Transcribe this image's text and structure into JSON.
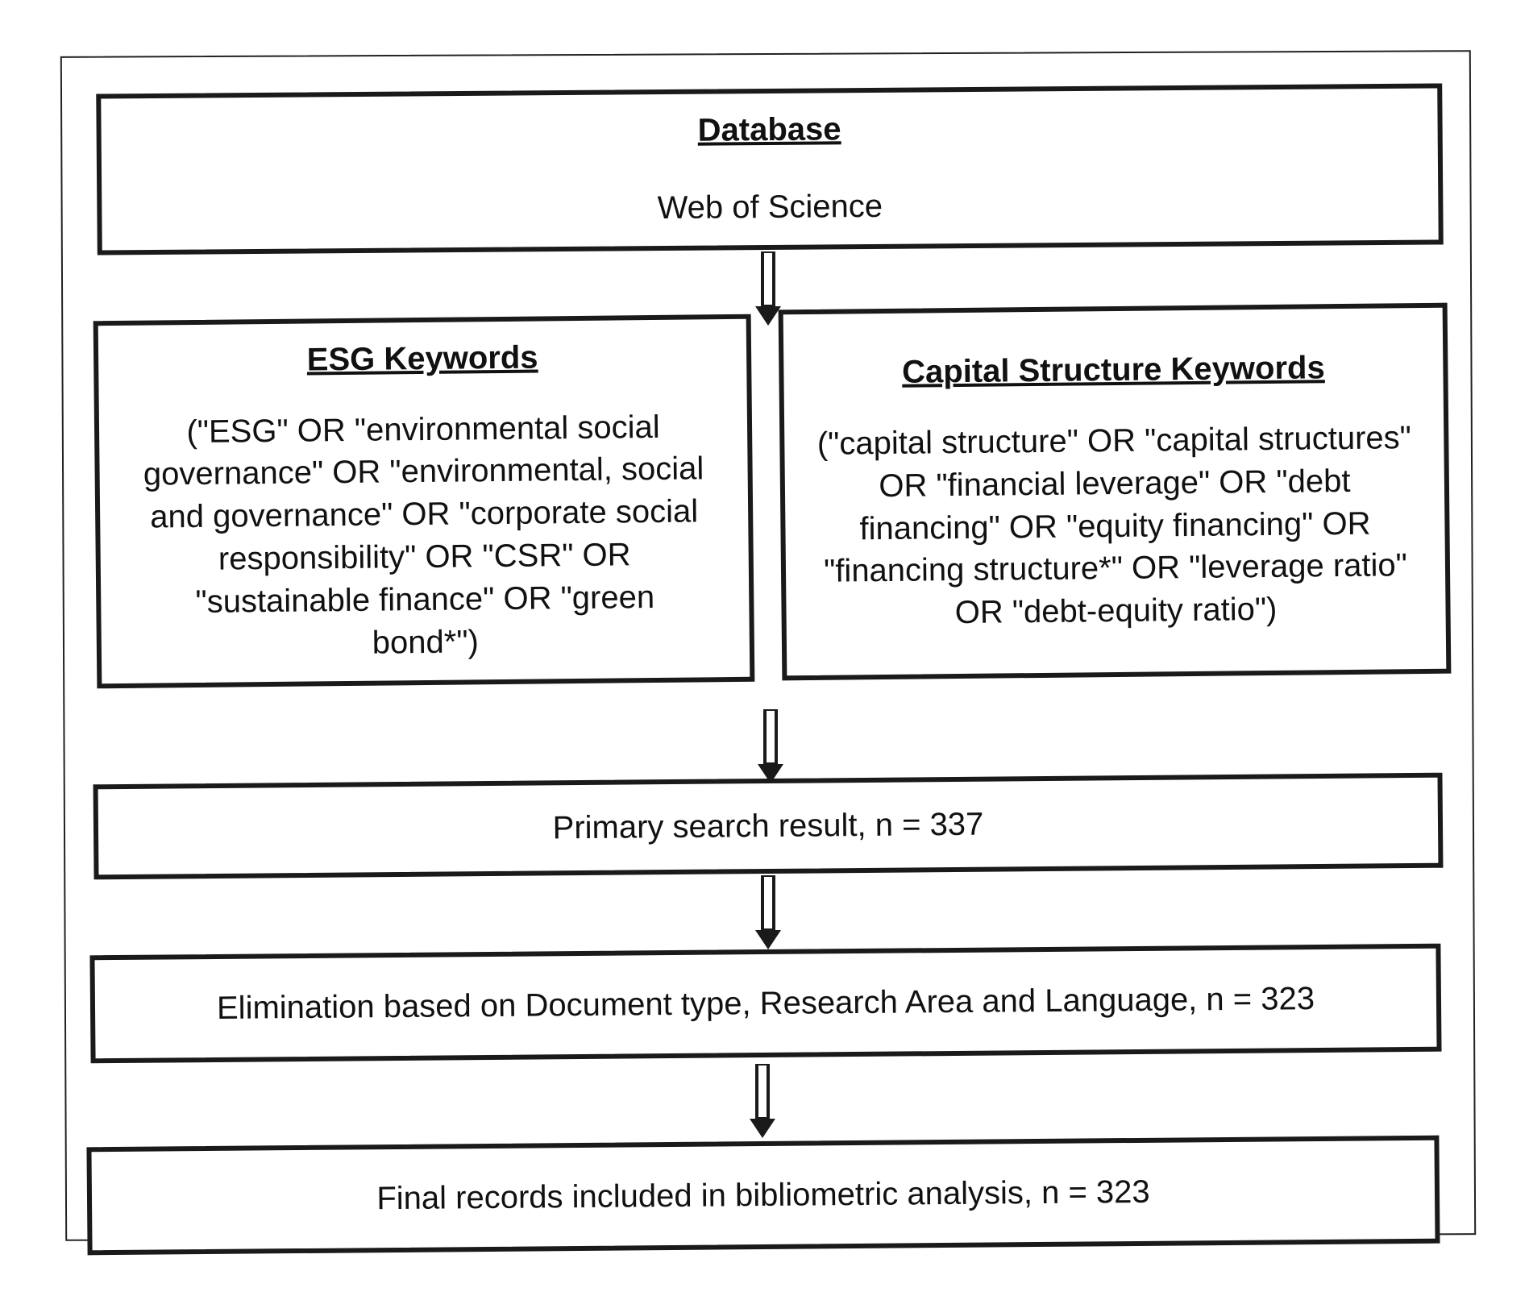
{
  "flowchart": {
    "database": {
      "title": "Database",
      "text": "Web of Science"
    },
    "esg_keywords": {
      "title": "ESG Keywords",
      "text": "(\"ESG\" OR \"environmental social governance\" OR \"environmental, social and governance\" OR \"corporate social responsibility\" OR \"CSR\" OR \"sustainable finance\" OR \"green bond*\")"
    },
    "capital_structure_keywords": {
      "title": "Capital Structure Keywords",
      "text": "(\"capital structure\" OR \"capital structures\" OR \"financial leverage\" OR \"debt financing\" OR \"equity financing\" OR \"financing structure*\" OR \"leverage ratio\" OR \"debt-equity ratio\")"
    },
    "primary_search": {
      "text": "Primary search result, n = 337"
    },
    "elimination": {
      "text": "Elimination based on Document type, Research Area and Language, n = 323"
    },
    "final_records": {
      "text": "Final records included in bibliometric analysis, n = 323"
    }
  }
}
